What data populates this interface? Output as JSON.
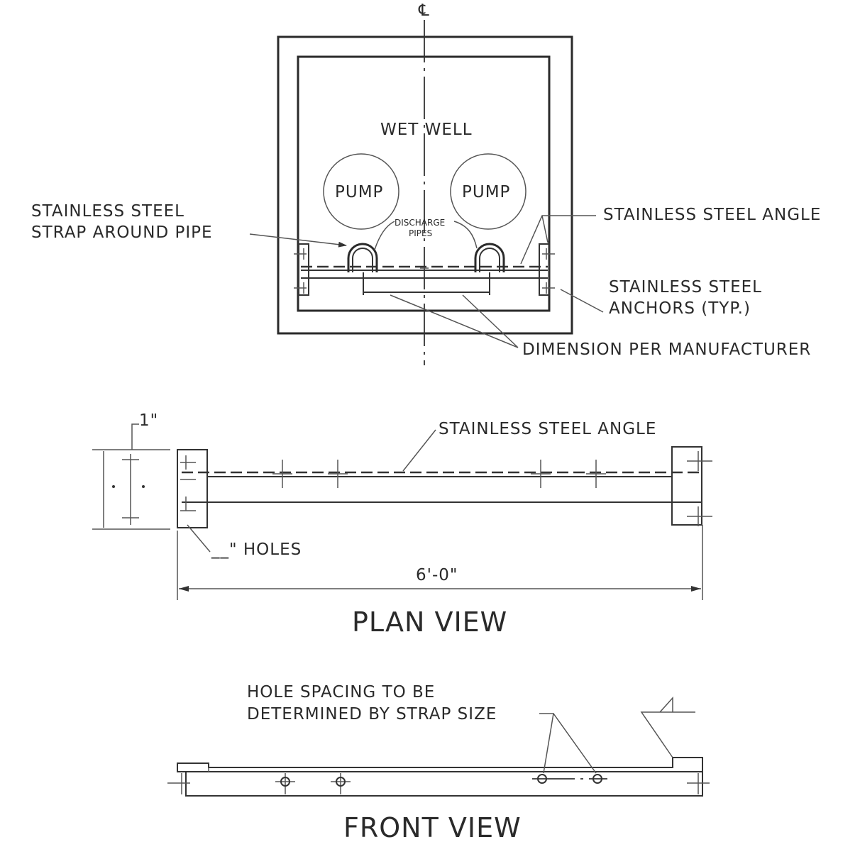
{
  "top_view": {
    "centerline_mark": "℄",
    "wet_well": "WET WELL",
    "pump_left": "PUMP",
    "pump_right": "PUMP",
    "discharge_line1": "DISCHARGE",
    "discharge_line2": "PIPES",
    "strap_line1": "STAINLESS STEEL",
    "strap_line2": "STRAP AROUND PIPE",
    "angle": "STAINLESS STEEL ANGLE",
    "anchors_line1": "STAINLESS STEEL",
    "anchors_line2": "ANCHORS (TYP.)",
    "dimension": "DIMENSION PER MANUFACTURER"
  },
  "plan_view": {
    "inch_dim": "1\"",
    "angle": "STAINLESS STEEL ANGLE",
    "holes": "__\" HOLES",
    "length": "6'-0\"",
    "title": "PLAN VIEW"
  },
  "front_view": {
    "note_line1": "HOLE SPACING TO BE",
    "note_line2": "DETERMINED BY STRAP SIZE",
    "title": "FRONT VIEW"
  }
}
